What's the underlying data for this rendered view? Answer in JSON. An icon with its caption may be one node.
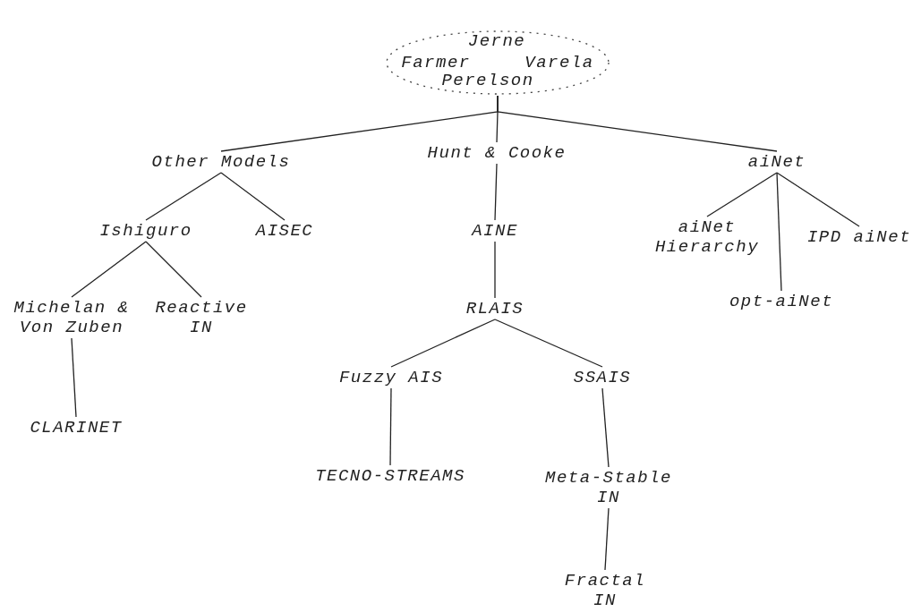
{
  "diagram": {
    "nodes": [
      {
        "text": [
          "Jerne",
          "Farmer",
          "Varela",
          "Perelson"
        ]
      },
      {
        "text": [
          "Other Models"
        ]
      },
      {
        "text": [
          "Hunt & Cooke"
        ]
      },
      {
        "text": [
          "aiNet"
        ]
      },
      {
        "text": [
          "Ishiguro"
        ]
      },
      {
        "text": [
          "AISEC"
        ]
      },
      {
        "text": [
          "AINE"
        ]
      },
      {
        "text": [
          "aiNet Hierarchy"
        ]
      },
      {
        "text": [
          "IPD aiNet"
        ]
      },
      {
        "text": [
          "Michelan & Von Zuben"
        ]
      },
      {
        "text": [
          "Reactive IN"
        ]
      },
      {
        "text": [
          "RLAIS"
        ]
      },
      {
        "text": [
          "opt-aiNet"
        ]
      },
      {
        "text": [
          "CLARINET"
        ]
      },
      {
        "text": [
          "Fuzzy AIS"
        ]
      },
      {
        "text": [
          "SSAIS"
        ]
      },
      {
        "text": [
          "TECNO-STREAMS"
        ]
      },
      {
        "text": [
          "Meta-Stable IN"
        ]
      },
      {
        "text": [
          "Fractal IN"
        ]
      }
    ],
    "edges": [
      {
        "from": 0,
        "to": 1,
        "arrow": "none"
      },
      {
        "from": 0,
        "to": 2,
        "arrow": "none"
      },
      {
        "from": 0,
        "to": 3,
        "arrow": "none"
      },
      {
        "from": 1,
        "to": 4,
        "arrow": "none"
      },
      {
        "from": 1,
        "to": 5,
        "arrow": "none"
      },
      {
        "from": 2,
        "to": 6,
        "arrow": "none"
      },
      {
        "from": 3,
        "to": 7,
        "arrow": "none"
      },
      {
        "from": 3,
        "to": 12,
        "arrow": "none"
      },
      {
        "from": 3,
        "to": 8,
        "arrow": "none"
      },
      {
        "from": 4,
        "to": 9,
        "arrow": "none"
      },
      {
        "from": 4,
        "to": 10,
        "arrow": "none"
      },
      {
        "from": 6,
        "to": 11,
        "arrow": "none"
      },
      {
        "from": 9,
        "to": 13,
        "arrow": "none"
      },
      {
        "from": 11,
        "to": 14,
        "arrow": "none"
      },
      {
        "from": 11,
        "to": 15,
        "arrow": "none"
      },
      {
        "from": 14,
        "to": 16,
        "arrow": "none"
      },
      {
        "from": 15,
        "to": 17,
        "arrow": "none"
      },
      {
        "from": 17,
        "to": 18,
        "arrow": "none"
      }
    ]
  }
}
